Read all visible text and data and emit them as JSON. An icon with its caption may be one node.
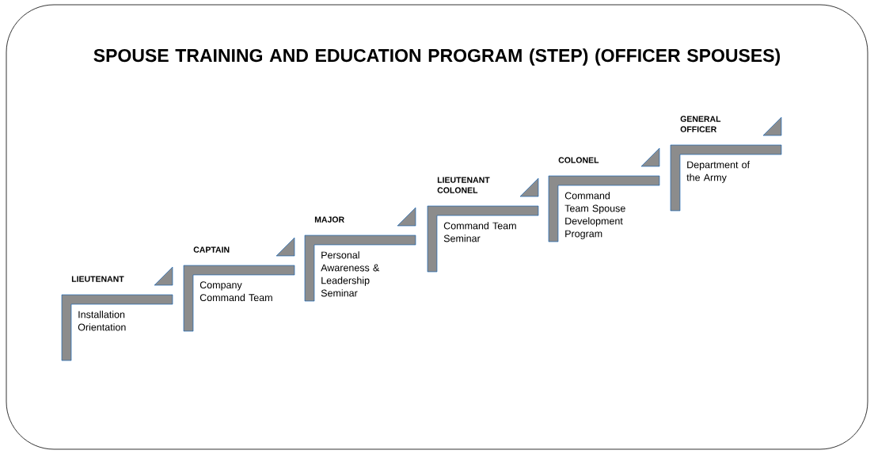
{
  "diagram": {
    "title": "SPOUSE TRAINING AND EDUCATION PROGRAM (STEP) (OFFICER SPOUSES)",
    "nodes": [
      {
        "text": [
          "LIEUTENANT",
          "Installation Orientation"
        ]
      },
      {
        "text": [
          "CAPTAIN",
          "Company Command Team"
        ]
      },
      {
        "text": [
          "MAJOR",
          "Personal Awareness & Leadership Seminar"
        ]
      },
      {
        "text": [
          "LIEUTENANT COLONEL",
          "Command Team Seminar"
        ]
      },
      {
        "text": [
          "COLONEL",
          "Command Team Spouse Development Program"
        ]
      },
      {
        "text": [
          "GENERAL OFFICER",
          "Department of the Army"
        ]
      }
    ],
    "edges": []
  }
}
